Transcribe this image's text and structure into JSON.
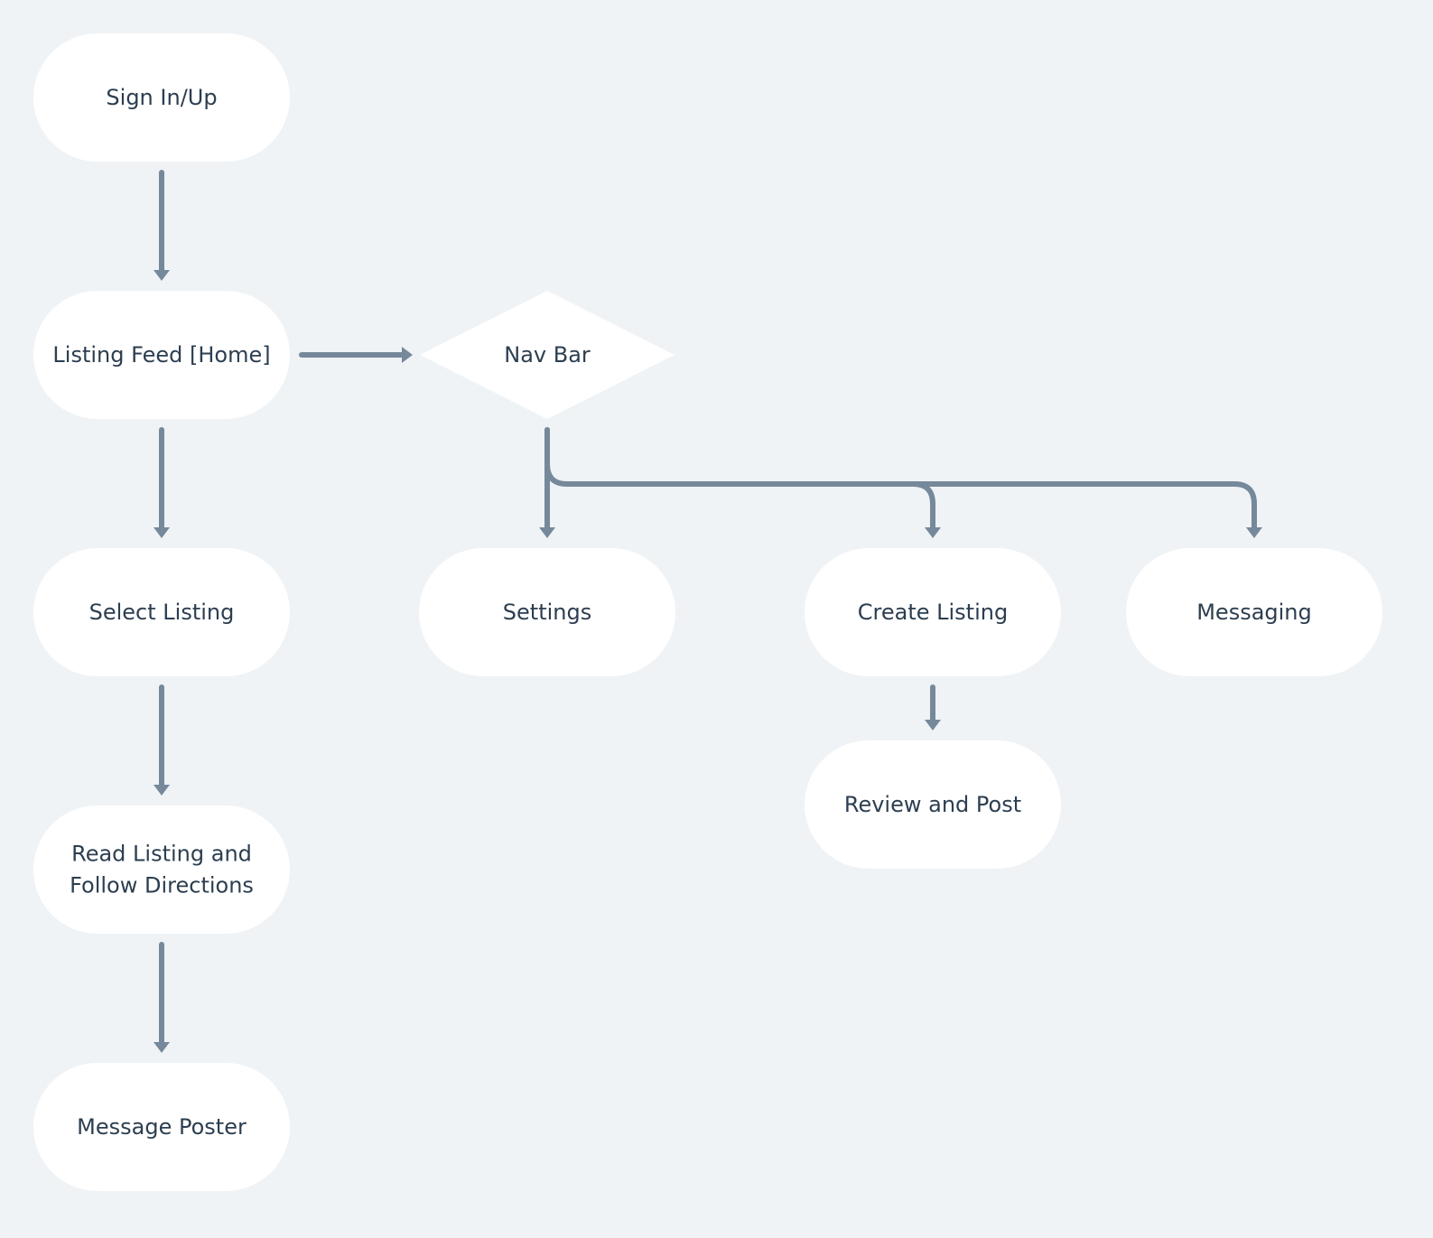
{
  "diagram": {
    "colors": {
      "background": "#eff3f6",
      "node_fill": "#ffffff",
      "connector": "#76899b",
      "text": "#2c3e50"
    },
    "nodes": [
      {
        "id": "sign-in-up",
        "shape": "terminal",
        "lines": [
          "Sign In/Up"
        ]
      },
      {
        "id": "listing-feed-home",
        "shape": "terminal",
        "lines": [
          "Listing Feed [Home]"
        ]
      },
      {
        "id": "nav-bar",
        "shape": "decision",
        "lines": [
          "Nav Bar"
        ]
      },
      {
        "id": "select-listing",
        "shape": "terminal",
        "lines": [
          "Select Listing"
        ]
      },
      {
        "id": "settings",
        "shape": "terminal",
        "lines": [
          "Settings"
        ]
      },
      {
        "id": "create-listing",
        "shape": "terminal",
        "lines": [
          "Create Listing"
        ]
      },
      {
        "id": "messaging",
        "shape": "terminal",
        "lines": [
          "Messaging"
        ]
      },
      {
        "id": "read-listing",
        "shape": "terminal",
        "lines": [
          "Read Listing and",
          "Follow Directions"
        ]
      },
      {
        "id": "review-and-post",
        "shape": "terminal",
        "lines": [
          "Review and Post"
        ]
      },
      {
        "id": "message-poster",
        "shape": "terminal",
        "lines": [
          "Message Poster"
        ]
      }
    ],
    "edges": [
      {
        "from": "sign-in-up",
        "to": "listing-feed-home"
      },
      {
        "from": "listing-feed-home",
        "to": "nav-bar"
      },
      {
        "from": "listing-feed-home",
        "to": "select-listing"
      },
      {
        "from": "nav-bar",
        "to": "settings"
      },
      {
        "from": "nav-bar",
        "to": "create-listing"
      },
      {
        "from": "nav-bar",
        "to": "messaging"
      },
      {
        "from": "select-listing",
        "to": "read-listing"
      },
      {
        "from": "read-listing",
        "to": "message-poster"
      },
      {
        "from": "create-listing",
        "to": "review-and-post"
      }
    ]
  }
}
